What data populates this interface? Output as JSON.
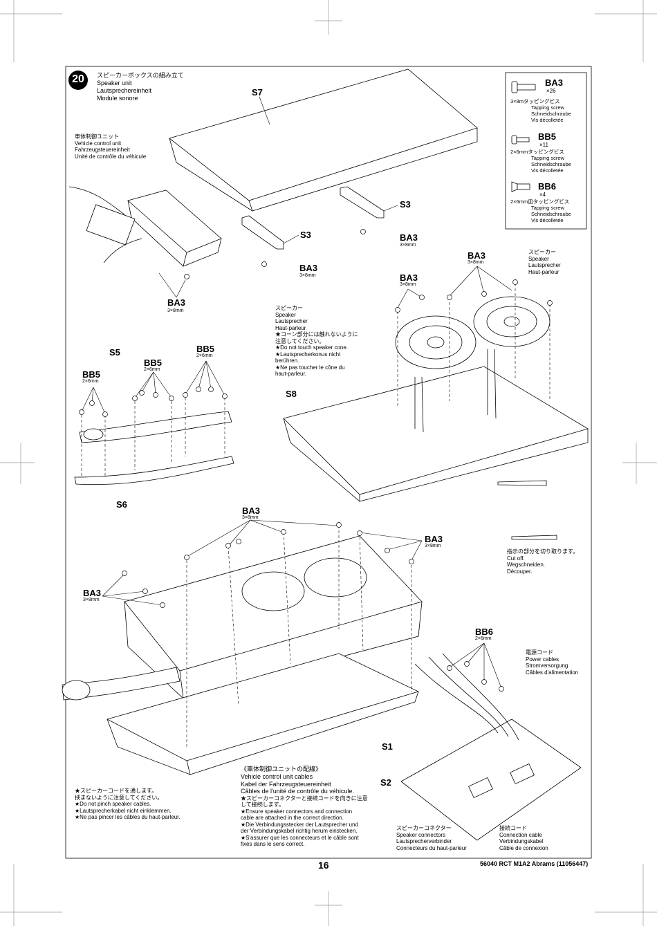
{
  "step": {
    "number": "20",
    "title_jp": "スピーカーボックスの組み立て",
    "title_en": "Speaker unit",
    "title_de": "Lautsprechereinheit",
    "title_fr": "Module sonore"
  },
  "legend": {
    "ba3": {
      "code": "BA3",
      "qty": "×26",
      "size_jp": "3×8mタッピングビス",
      "en": "Tapping screw",
      "de": "Schneidschraube",
      "fr": "Vis décolletée"
    },
    "bb5": {
      "code": "BB5",
      "qty": "×11",
      "size_jp": "2×6mmタッピングビス",
      "en": "Tapping screw",
      "de": "Schneidschraube",
      "fr": "Vis décolletée"
    },
    "bb6": {
      "code": "BB6",
      "qty": "×4",
      "size_jp": "2×6mm皿タッピングビス",
      "en": "Tapping screw",
      "de": "Schneidschraube",
      "fr": "Vis décolletée"
    }
  },
  "callouts": {
    "vcu": [
      "車体制御ユニット",
      "Vehicle control unit",
      "Fahrzeugsteuereinheit",
      "Unité de contrôle du véhicule"
    ],
    "speaker_right": [
      "スピーカー",
      "Speaker",
      "Lautsprecher",
      "Haut-parleur"
    ],
    "speaker_left": [
      "スピーカー",
      "Speaker",
      "Lautsprecher",
      "Haut-parleur",
      "★コーン部分には触れないように",
      "注意してください。",
      "★Do not touch speaker cone.",
      "★Lautsprecherkonus nicht",
      "berühren.",
      "★Ne pas toucher le cône du",
      "haut-parleur."
    ],
    "cut_off": [
      "指示の部分を切り取ります。",
      "Cut off.",
      "Wegschneiden.",
      "Découper."
    ],
    "power": [
      "電源コード",
      "Power cables",
      "Stromversorgung",
      "Câbles d'alimentation"
    ],
    "pinch": [
      "★スピーカーコードを通します。",
      "挟まないように注意してください。",
      "★Do not pinch speaker cables.",
      "★Lautsprecherkabel nicht einklemmen.",
      "★Ne pas pincer les câbles du haut-parleur."
    ],
    "vcu_cables_title": "《車体制御ユニットの配線》",
    "vcu_cables": [
      "Vehicle control unit cables",
      "Kabel der Fahrzeugsteuereinheit",
      "Câbles de l'unité de contrôle du véhicule."
    ],
    "vcu_cables_note": [
      "★スピーカーコネクターと接続コードを向きに注意",
      "して接続します。",
      "★Ensure speaker connectors and connection",
      "cable are attached in the correct direction.",
      "★Die Verbindungsstecker der Lautsprecher und",
      "der Verbindungskabel richtig herum einstecken.",
      "★S'assurer que les connecteurs et le câble sont",
      "fixés dans le sens correct."
    ],
    "spk_connectors": [
      "スピーカーコネクター",
      "Speaker connectors",
      "Lautsprecherverbinder",
      "Connecteurs du haut-parleur"
    ],
    "conn_cable": [
      "接続コード",
      "Connection cable",
      "Verbindungskabel",
      "Câble de connexion"
    ]
  },
  "labels": {
    "s7": "S7",
    "s3a": "S3",
    "s3b": "S3",
    "s5": "S5",
    "s6": "S6",
    "s8": "S8",
    "s1": "S1",
    "s2": "S2",
    "ba3": "BA3",
    "bb5": "BB5",
    "bb6": "BB6",
    "size38": "3×8mm",
    "size26": "2×6mm"
  },
  "footer": {
    "page": "16",
    "code": "56040 RCT M1A2 Abrams (11056447)"
  }
}
